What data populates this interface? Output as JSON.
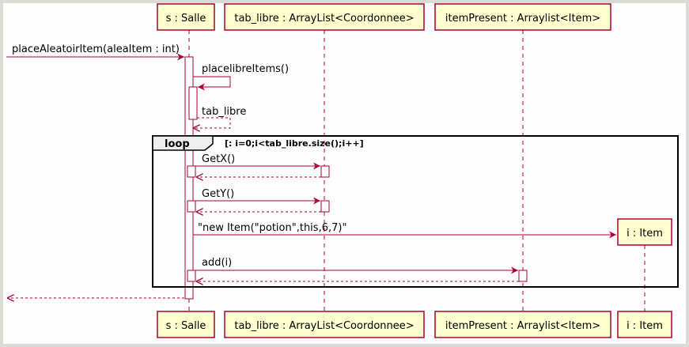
{
  "participants": {
    "salle": "s : Salle",
    "tab_libre": "tab_libre : ArrayList<Coordonnee>",
    "item_present": "itemPresent : Arraylist<Item>",
    "item": "i : Item"
  },
  "messages": {
    "place_aleatoire": "placeAleatoirItem(aleaItem : int)",
    "place_libre": "placelibreItems()",
    "tab_libre_return": "tab_libre",
    "getx": "GetX()",
    "gety": "GetY()",
    "new_item": "\"new Item(\"potion\",this,6,7)\"",
    "add": "add(i)"
  },
  "loop": {
    "keyword": "loop",
    "condition": "[: i=0;i<tab_libre.size();i++]"
  },
  "colors": {
    "background": "#dcdad5",
    "canvas": "#fefefe",
    "participant_fill": "#fefece",
    "border": "#a80036",
    "loop_header_fill": "#eeeeee",
    "loop_border": "#000000"
  }
}
